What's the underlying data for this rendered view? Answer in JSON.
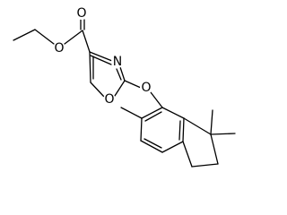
{
  "structure": {
    "atoms": {
      "ester_oxygen_carbonyl": "O",
      "ester_oxygen_alkoxy": "O",
      "oxazole_nitrogen": "N",
      "oxazole_oxygen": "O",
      "ether_oxygen": "O"
    },
    "colors": {
      "bond": "#000000",
      "label": "#000000",
      "background": "#ffffff"
    }
  }
}
